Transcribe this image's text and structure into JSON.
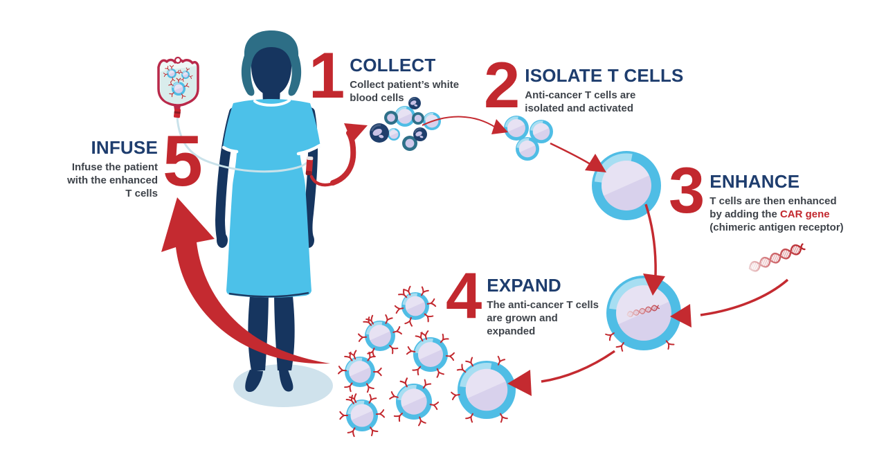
{
  "steps": [
    {
      "number": "1",
      "title": "COLLECT",
      "lines": [
        "Collect patient’s white",
        "blood cells"
      ]
    },
    {
      "number": "2",
      "title": "ISOLATE T CELLS",
      "lines": [
        "Anti-cancer T cells are",
        "isolated and activated"
      ]
    },
    {
      "number": "3",
      "title": "ENHANCE",
      "line1": "T cells are then enhanced",
      "line2_prefix": "by adding the ",
      "line2_red": "CAR gene",
      "line3_red": "(chimeric antigen receptor)"
    },
    {
      "number": "4",
      "title": "EXPAND",
      "lines": [
        "The anti-cancer T cells",
        "are grown and",
        "expanded"
      ]
    },
    {
      "number": "5",
      "title": "INFUSE",
      "lines": [
        "Infuse the patient",
        "with the enhanced",
        "T cells"
      ]
    }
  ],
  "colors": {
    "accent_red": "#c2282e",
    "navy": "#1e3d6e",
    "body_text": "#3e434a",
    "cell_blue": "#4fbde5",
    "cell_inner": "#d8d1ec",
    "dark_cell": "#1f3e6b",
    "ring_cell": "#2e7089",
    "gown_blue": "#4cc1e9",
    "skin_navy": "#16355f",
    "hair_teal": "#2d6e86",
    "shadow": "#cfe2ec",
    "bag_outline": "#b9294a",
    "bag_fluid": "#d9edec",
    "tube": "#c9e2ea"
  },
  "icons": [
    "iv-bag",
    "patient-figure",
    "dna-helix",
    "t-cell",
    "car-t-cell",
    "white-blood-cell",
    "curved-arrow"
  ]
}
